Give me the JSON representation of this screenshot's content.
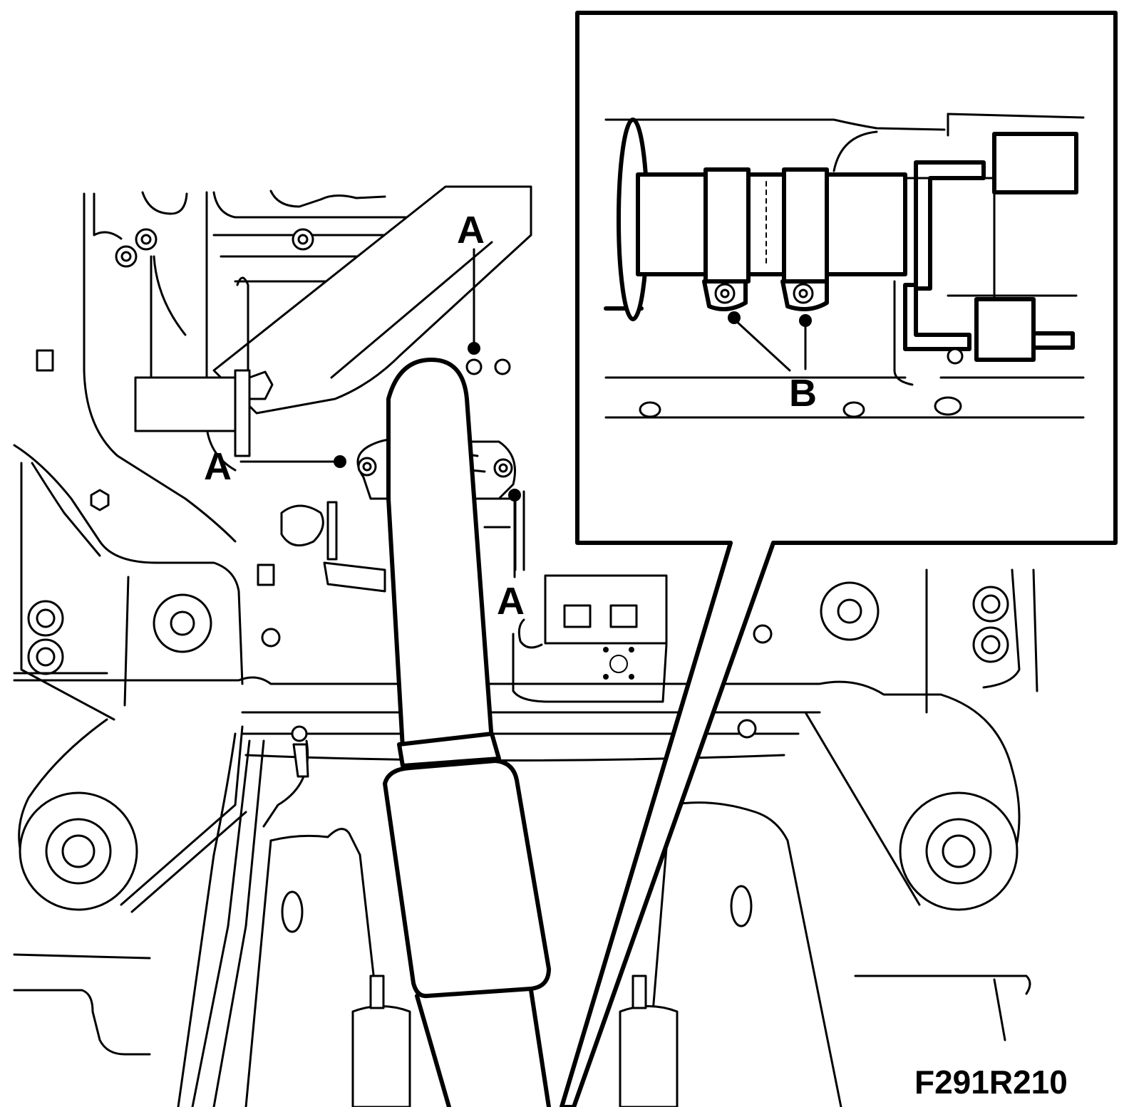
{
  "callouts": {
    "a_top": "A",
    "a_left": "A",
    "a_right": "A",
    "b_inset": "B"
  },
  "figure_id": "F291R210",
  "colors": {
    "ink": "#000000",
    "paper": "#ffffff"
  }
}
